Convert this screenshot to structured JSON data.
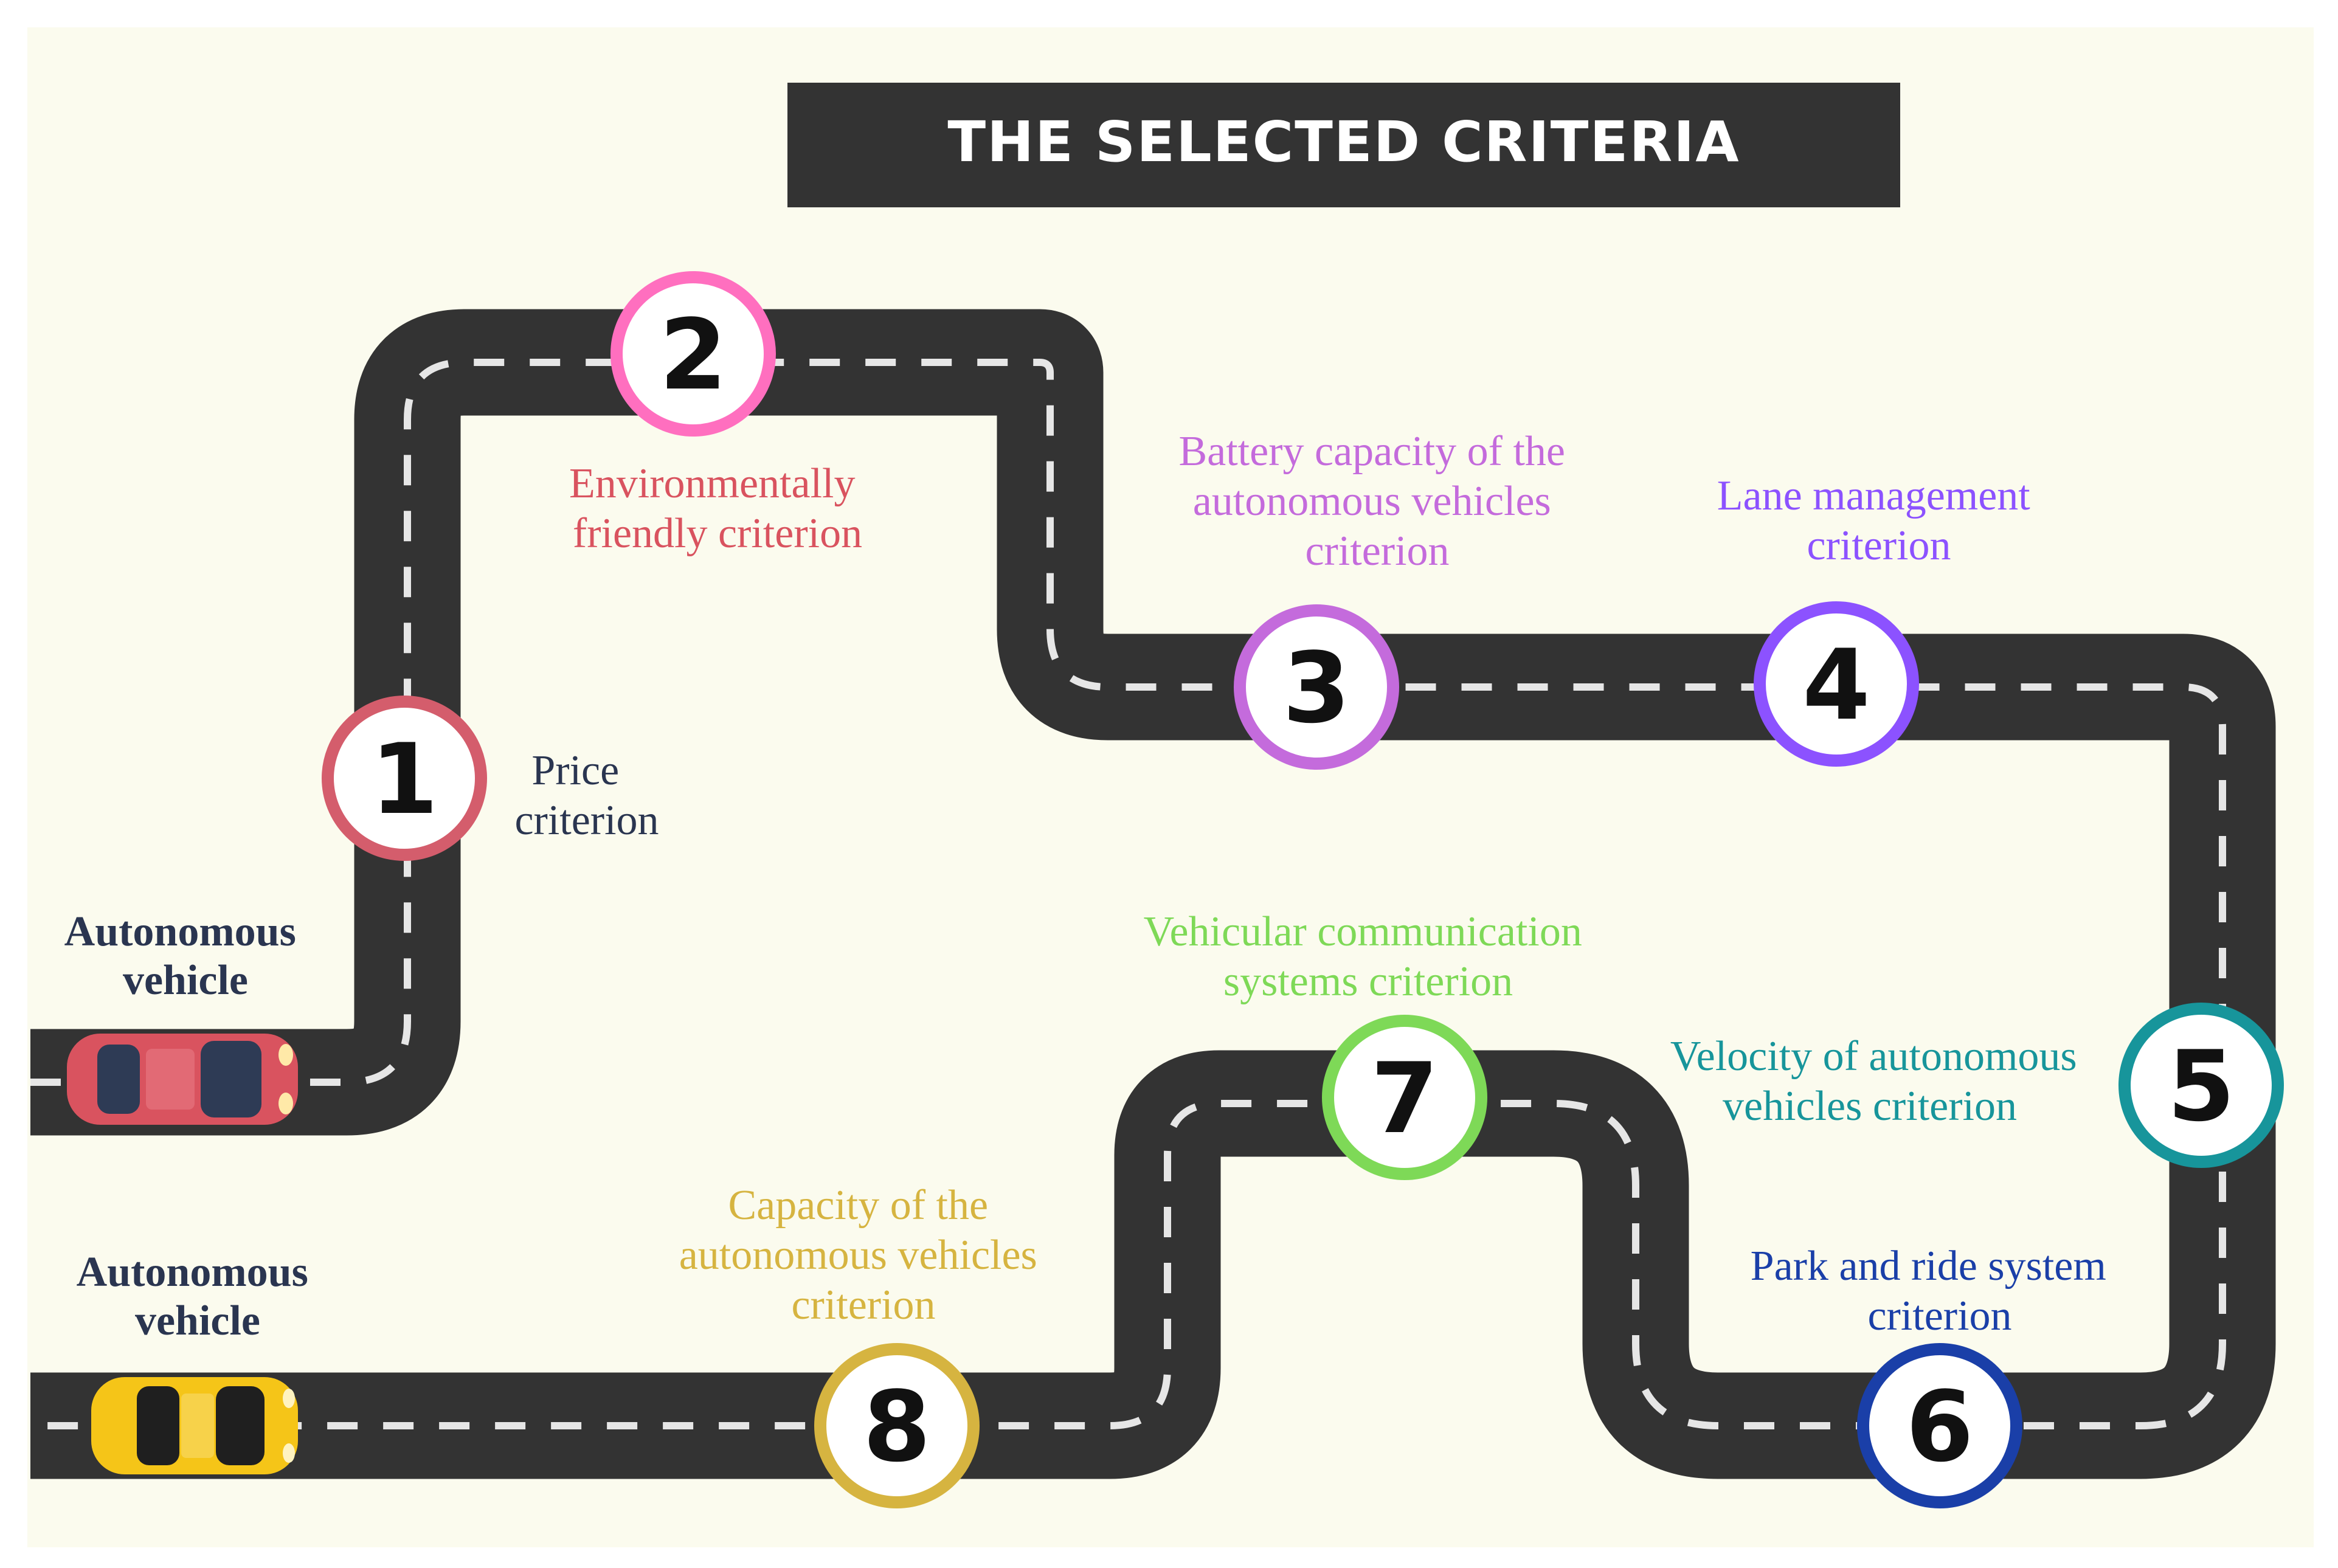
{
  "title": "THE SELECTED CRITERIA",
  "colors": {
    "background": "#fbfbee",
    "road": "#333333",
    "dash": "#e6e6e6",
    "banner": "#333333"
  },
  "cars": [
    {
      "label_line1": "Autonomous",
      "label_line2": "vehicle",
      "color": "#d9535f",
      "icon": "red-car-icon"
    },
    {
      "label_line1": "Autonomous",
      "label_line2": "vehicle",
      "color": "#f5c518",
      "icon": "yellow-car-icon"
    }
  ],
  "criteria": [
    {
      "number": "1",
      "color": "#d45d6c",
      "lines": [
        "Price",
        "criterion"
      ],
      "text_color": "#2a3550"
    },
    {
      "number": "2",
      "color": "#ff6fbf",
      "lines": [
        "Environmentally",
        "friendly criterion"
      ],
      "text_color": "#d9535f"
    },
    {
      "number": "3",
      "color": "#c46bdc",
      "lines": [
        "Battery capacity of the",
        "autonomous vehicles",
        "criterion"
      ],
      "text_color": "#c46bdc"
    },
    {
      "number": "4",
      "color": "#8c52ff",
      "lines": [
        "Lane management",
        "criterion"
      ],
      "text_color": "#8c52ff"
    },
    {
      "number": "5",
      "color": "#17959b",
      "lines": [
        "Velocity of autonomous",
        "vehicles criterion"
      ],
      "text_color": "#17959b"
    },
    {
      "number": "6",
      "color": "#1a3fa8",
      "lines": [
        "Park and ride system",
        "criterion"
      ],
      "text_color": "#1a3fa8"
    },
    {
      "number": "7",
      "color": "#7ed957",
      "lines": [
        "Vehicular communication",
        "systems  criterion"
      ],
      "text_color": "#7ed957"
    },
    {
      "number": "8",
      "color": "#d6b440",
      "lines": [
        "Capacity of the",
        "autonomous vehicles",
        "criterion"
      ],
      "text_color": "#d6b440"
    }
  ]
}
